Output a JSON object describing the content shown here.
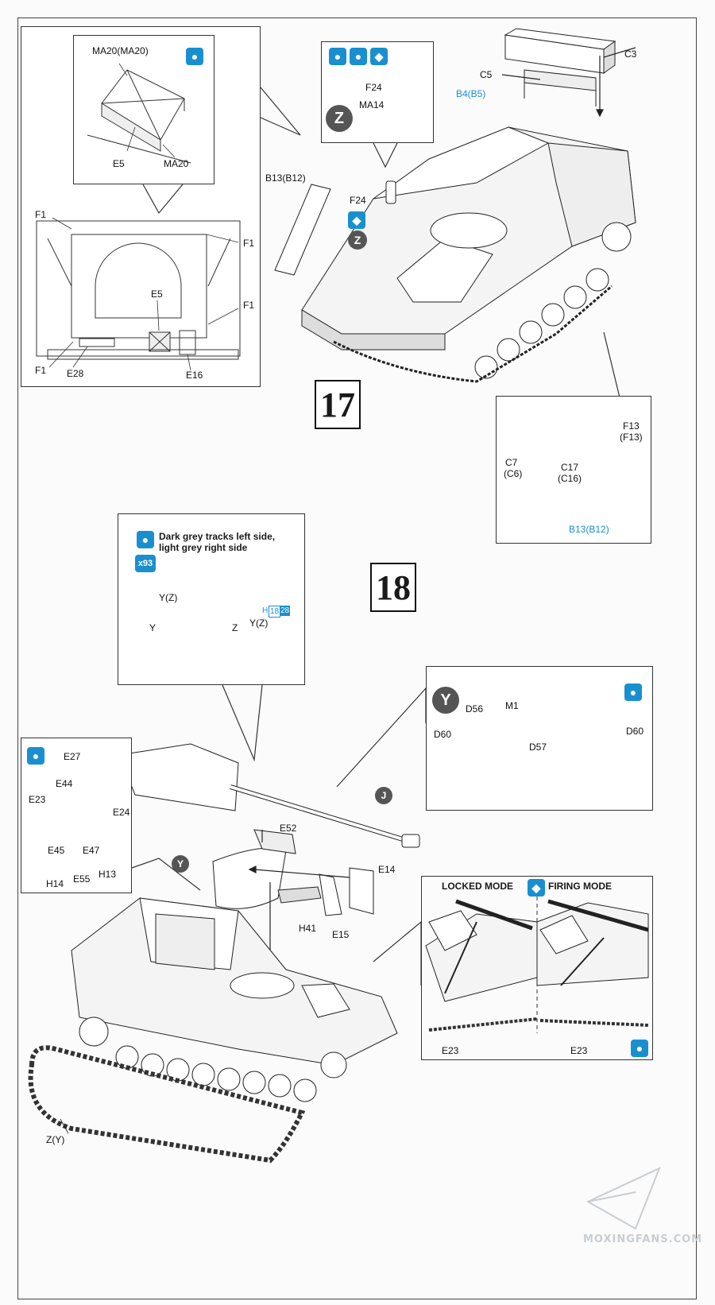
{
  "steps": {
    "s17": "17",
    "s18": "18"
  },
  "step17": {
    "labels": {
      "ma20_ma20": "MA20(MA20)",
      "e5_top": "E5",
      "ma20": "MA20",
      "f1_a": "F1",
      "f1_b": "F1",
      "f1_c": "F1",
      "f1_d": "F1",
      "e5_mid": "E5",
      "e28": "E28",
      "e16": "E16",
      "f24_a": "F24",
      "ma14": "MA14",
      "z_a": "Z",
      "f24_b": "F24",
      "z_b": "Z",
      "b13_b12": "B13(B12)",
      "b4_b5": "B4(B5)",
      "c5": "C5",
      "c3": "C3",
      "f13": "F13",
      "f13p": "(F13)",
      "c7": "C7",
      "c6p": "(C6)",
      "c17": "C17",
      "c16p": "(C16)",
      "b13_b12_blue": "B13(B12)"
    }
  },
  "step18": {
    "note_line1": "Dark grey tracks left side,",
    "note_line2": "light grey right side",
    "x93": "x93",
    "labels": {
      "yz_a": "Y(Z)",
      "yz_b": "Y(Z)",
      "h18": "H",
      "n18": "18",
      "n28": "28",
      "y": "Y",
      "z": "Z",
      "y_circle": "Y",
      "d56": "D56",
      "m1": "M1",
      "d60_a": "D60",
      "d57": "D57",
      "d60_b": "D60",
      "e27": "E27",
      "e44": "E44",
      "e23": "E23",
      "e24": "E24",
      "e45": "E45",
      "e47": "E47",
      "h14": "H14",
      "e55": "E55",
      "h13": "H13",
      "j": "J",
      "e52": "E52",
      "y_circle2": "Y",
      "e14": "E14",
      "h41": "H41",
      "e15": "E15",
      "locked_mode": "LOCKED MODE",
      "firing_mode": "FIRING MODE",
      "e23_a": "E23",
      "e23_b": "E23",
      "zy": "Z(Y)"
    }
  },
  "watermark": "MOXINGFANS.COM",
  "colors": {
    "accent": "#1a8fd0",
    "line": "#333333",
    "badge": "#555555"
  }
}
